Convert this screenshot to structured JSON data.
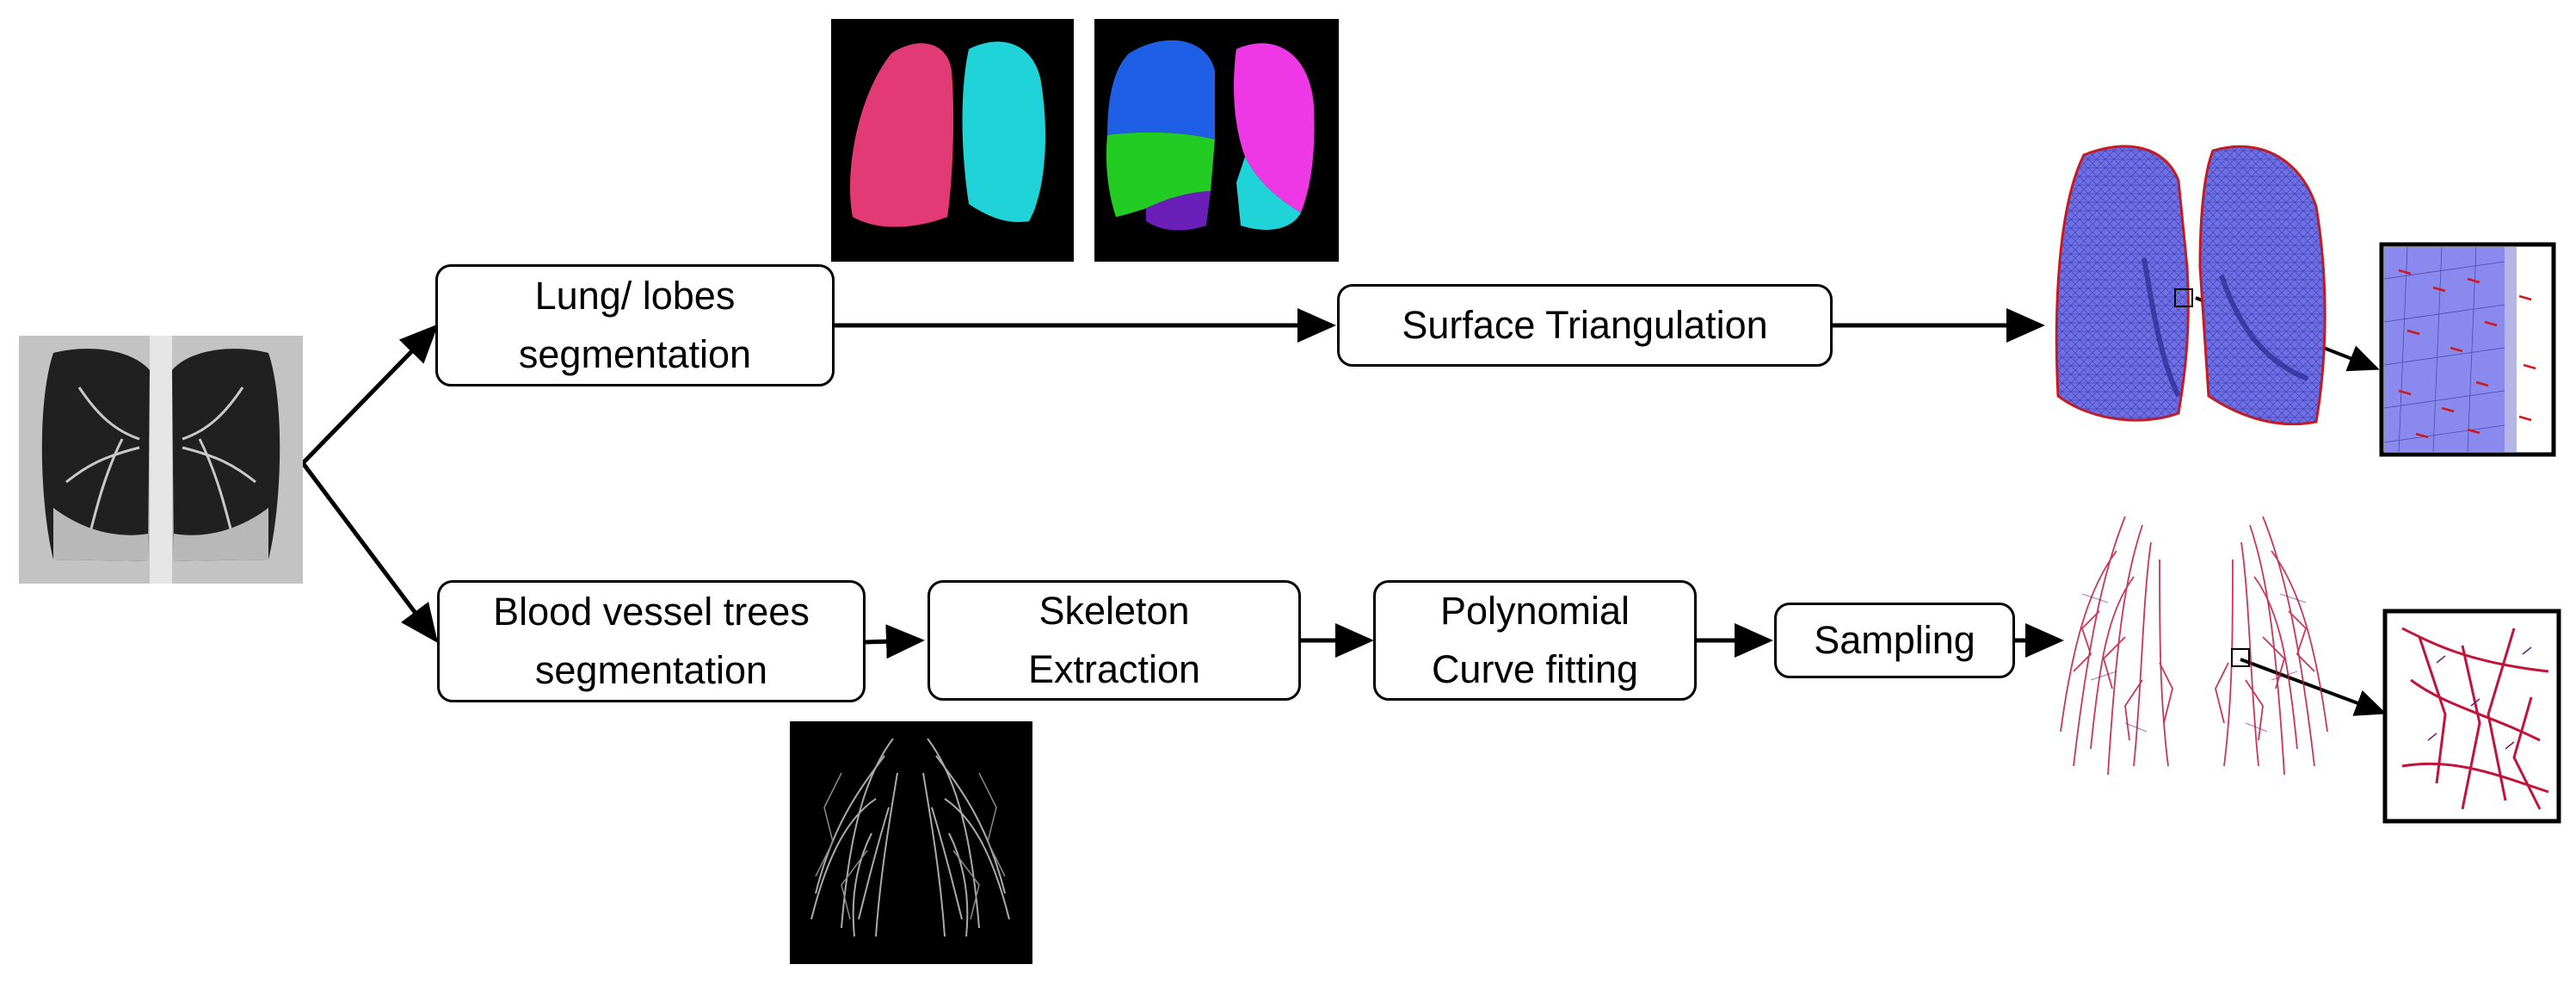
{
  "boxes": {
    "lung_lobes": {
      "line1": "Lung/ lobes",
      "line2": "segmentation"
    },
    "surface": {
      "line1": "Surface Triangulation"
    },
    "vessel": {
      "line1": "Blood vessel trees",
      "line2": "segmentation"
    },
    "skeleton": {
      "line1": "Skeleton",
      "line2": "Extraction"
    },
    "polynomial": {
      "line1": "Polynomial",
      "line2": "Curve fitting"
    },
    "sampling": {
      "line1": "Sampling"
    }
  },
  "colors": {
    "lung_left": "#e23a74",
    "lung_right": "#1fd3d8",
    "lobe_blue": "#1f5fe6",
    "lobe_magenta": "#ee38e6",
    "lobe_green": "#22cc22",
    "lobe_purple": "#6a1fb8",
    "mesh_blue": "#6f6fe8",
    "vessel_red": "#c0143c",
    "ct_gray": "#9a9a9a"
  },
  "icons": [
    "ct-scan-image",
    "lung-segmentation-image",
    "lobe-segmentation-image",
    "vessel-tree-image",
    "triangulated-surface-image",
    "surface-zoom-image",
    "vessel-centerline-image",
    "vessel-zoom-image"
  ]
}
